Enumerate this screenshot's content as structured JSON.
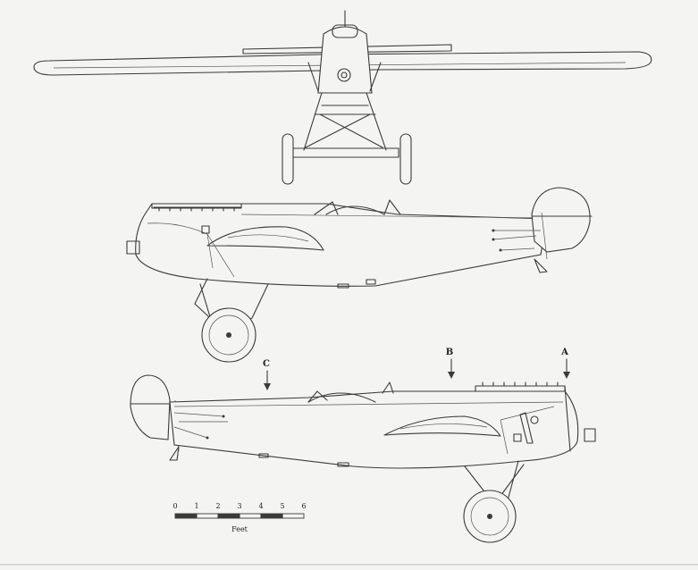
{
  "markers": {
    "a": "A",
    "b": "B",
    "c": "C"
  },
  "scale": {
    "ticks": [
      "0",
      "1",
      "2",
      "3",
      "4",
      "5",
      "6"
    ],
    "unit": "Feet"
  }
}
